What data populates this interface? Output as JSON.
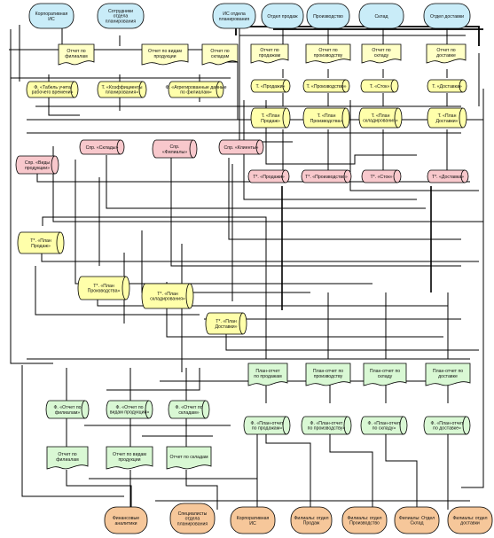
{
  "nodes": {
    "corp_is_top": [
      "Корпоративная",
      "ИС"
    ],
    "staff_planning": [
      "Сотрудники",
      "отдела",
      "планирования"
    ],
    "planning_is": [
      "ИС отдела",
      "планирования"
    ],
    "sales_dept_top": [
      "Отдел продаж"
    ],
    "production_top": [
      "Производство"
    ],
    "warehouse_top": [
      "Склад"
    ],
    "delivery_dept_top": [
      "Отдел доставки"
    ],
    "rep_branches": [
      "Отчет по",
      "филиалам"
    ],
    "rep_product_types": [
      "Отчет по видам",
      "продукции"
    ],
    "rep_warehouses": [
      "Отчет по",
      "складам"
    ],
    "rep_sales_top": [
      "Отчет по",
      "продажам"
    ],
    "rep_production_top": [
      "Отчет по",
      "производству"
    ],
    "rep_warehouse_top": [
      "Отчет по",
      "складу"
    ],
    "rep_delivery_top": [
      "Отчет по",
      "доставке"
    ],
    "f_timesheet": [
      "Ф. «Табель учета",
      "рабочего времени»"
    ],
    "t_coefficients": [
      "Т. «Коэффициенты",
      "планирования»"
    ],
    "f_aggregate": [
      "Ф. «Агрегированные данные",
      "по филиалам»"
    ],
    "t_sales": [
      "Т. «Продажи»"
    ],
    "t_production": [
      "Т. «Производство»"
    ],
    "t_stock": [
      "Т. «Сток»"
    ],
    "t_delivery": [
      "Т. «Доставка»"
    ],
    "t_plan_sales": [
      "Т. «План",
      "Продаж»"
    ],
    "t_plan_production": [
      "Т. «План",
      "Производства»"
    ],
    "t_plan_warehousing": [
      "Т. «План",
      "складирования»"
    ],
    "t_plan_delivery": [
      "Т. «План",
      "Доставки»"
    ],
    "ref_product_types": [
      "Спр. «Виды",
      "продукции»"
    ],
    "ref_warehouses": [
      "Спр. «Склады»"
    ],
    "ref_branches": [
      "Спр.",
      "«Филиалы»"
    ],
    "ref_clients": [
      "Спр. «Клиенты»"
    ],
    "tp_sales": [
      "Т*. «Продажи»"
    ],
    "tp_production": [
      "Т*. «Производство»"
    ],
    "tp_stock": [
      "Т*. «Сток»"
    ],
    "tp_delivery": [
      "Т*. «Доставка»"
    ],
    "tp_plan_sales": [
      "Т*. «План",
      "Продаж»"
    ],
    "tp_plan_production": [
      "Т*. «План",
      "Производства»"
    ],
    "tp_plan_warehousing": [
      "Т*. «План",
      "складирования»"
    ],
    "tp_plan_delivery": [
      "Т*. «План",
      "Доставки»"
    ],
    "plan_fact_sales": [
      "План-отчет",
      "по продажам"
    ],
    "plan_fact_production": [
      "План-отчет по",
      "производству"
    ],
    "plan_fact_warehouse": [
      "План-отчет по",
      "складу"
    ],
    "plan_fact_delivery": [
      "План-отчет по",
      "доставке"
    ],
    "f_rep_branches": [
      "Ф. «Отчет по",
      "филиалам»"
    ],
    "f_rep_product_types": [
      "Ф. «Отчет по",
      "видам продукции»"
    ],
    "f_rep_warehouses": [
      "Ф. «Отчет по",
      "складам»"
    ],
    "f_plan_fact_sales": [
      "Ф. «План-отчет",
      "по продажам»"
    ],
    "f_plan_fact_production": [
      "Ф. «План-отчет",
      "по производству»"
    ],
    "f_plan_fact_warehouse": [
      "Ф. «План-отчет",
      "по складу»"
    ],
    "f_plan_fact_delivery": [
      "Ф. «План-отчет",
      "по доставке»"
    ],
    "rep_branches_bottom": [
      "Отчет по",
      "филиалам"
    ],
    "rep_product_types_bottom": [
      "Отчет по видам",
      "продукции"
    ],
    "rep_warehouses_bottom": [
      "Отчет по складам"
    ],
    "fin_analysts": [
      "Финансовые",
      "аналитики"
    ],
    "staff_planning_bottom": [
      "Специалисты",
      "отдела",
      "планирования"
    ],
    "corp_is_bottom": [
      "Корпоративная",
      "ИС"
    ],
    "branches_sales": [
      "Филиалы: отдел",
      "Продаж"
    ],
    "branches_production": [
      "Филиалы: отдел",
      "Производство"
    ],
    "branches_warehouse": [
      "Филиалы: Отдел",
      "Склад"
    ],
    "branches_delivery": [
      "Филиалы: отдел",
      "доставки"
    ]
  },
  "colors": {
    "entity": "#c9ecf8",
    "report": "#ffffc6",
    "report_green": "#d9f8d4",
    "data_yellow": "#ffffaa",
    "data_pink": "#f8c8cc",
    "orange": "#f6c79a",
    "line": "#000000"
  }
}
